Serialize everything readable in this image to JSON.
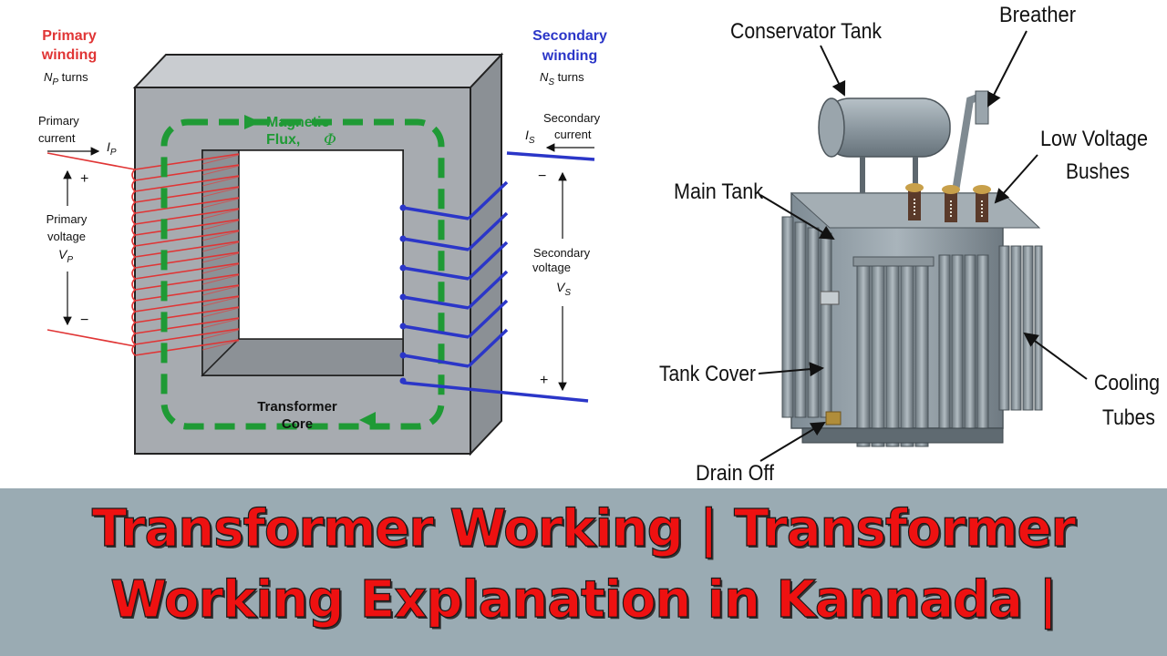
{
  "primary": {
    "winding_title_1": "Primary",
    "winding_title_2": "winding",
    "turns_sym": "N",
    "turns_sub": "P",
    "turns_word": " turns",
    "current_1": "Primary",
    "current_2": "current",
    "current_sym": "I",
    "current_sub": "P",
    "plus": "+",
    "minus": "−",
    "voltage_1": "Primary",
    "voltage_2": "voltage",
    "voltage_sym": "V",
    "voltage_sub": "P"
  },
  "secondary": {
    "winding_title_1": "Secondary",
    "winding_title_2": "winding",
    "turns_sym": "N",
    "turns_sub": "S",
    "turns_word": " turns",
    "current_1": "Secondary",
    "current_2": "current",
    "current_sym": "I",
    "current_sub": "S",
    "minus": "−",
    "plus": "+",
    "voltage_1": "Secondary",
    "voltage_2": "voltage",
    "voltage_sym": "V",
    "voltage_sub": "S"
  },
  "core": {
    "flux_1": "Magnetic",
    "flux_2": "Flux,",
    "flux_sym": "Φ",
    "core_1": "Transformer",
    "core_2": "Core"
  },
  "parts": {
    "conservator_tank": "Conservator Tank",
    "breather": "Breather",
    "low_voltage_1": "Low Voltage",
    "low_voltage_2": "Bushes",
    "main_tank": "Main Tank",
    "tank_cover": "Tank Cover",
    "cooling_1": "Cooling",
    "cooling_2": "Tubes",
    "drain_off": "Drain Off"
  },
  "banner": {
    "line1": "Transformer Working | Transformer",
    "line2": "Working Explanation in Kannada |"
  },
  "colors": {
    "primary": "#e03535",
    "secondary": "#2b36c8",
    "flux": "#1f9a35",
    "core": "#a7abb0",
    "banner_bg": "#9aabb3",
    "title_red": "#ee1111"
  }
}
